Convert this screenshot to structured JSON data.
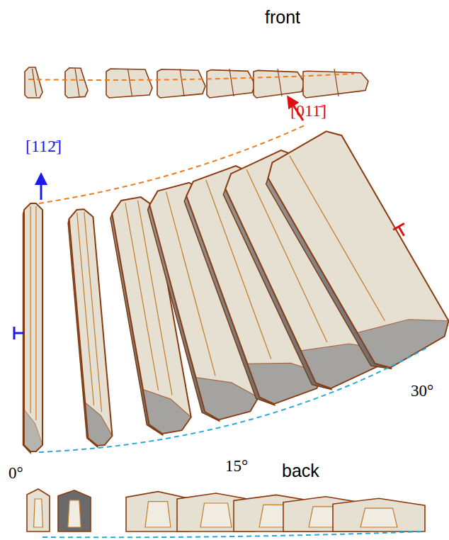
{
  "diagram": {
    "labels": [
      "front",
      "[112̄]",
      "[011̄]",
      "0°",
      "15°",
      "30°",
      "back"
    ]
  }
}
